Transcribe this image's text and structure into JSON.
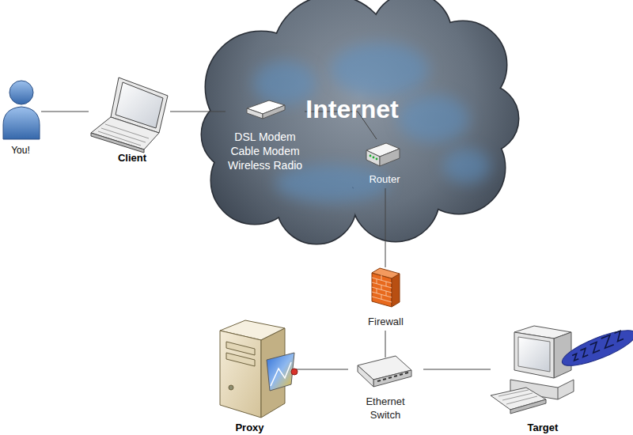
{
  "diagram": {
    "nodes": [
      {
        "text": [
          "You!"
        ]
      },
      {
        "text": [
          "Client"
        ]
      },
      {
        "text": [
          "Internet"
        ]
      },
      {
        "text": [
          "DSL Modem Cable Modem Wireless Radio"
        ],
        "in": 2
      },
      {
        "text": [
          "Router"
        ],
        "in": 2
      },
      {
        "text": [
          "Firewall"
        ]
      },
      {
        "text": [
          "Ethernet Switch"
        ]
      },
      {
        "text": [
          "Proxy"
        ]
      },
      {
        "text": [
          "Target"
        ]
      }
    ],
    "edges": [
      {
        "from": 0,
        "to": 1,
        "arrow": "none"
      },
      {
        "from": 1,
        "to": 3,
        "arrow": "none"
      },
      {
        "from": 3,
        "to": 4,
        "arrow": "none"
      },
      {
        "from": 4,
        "to": 5,
        "arrow": "none"
      },
      {
        "from": 5,
        "to": 6,
        "arrow": "none"
      },
      {
        "from": 6,
        "to": 7,
        "arrow": "none"
      },
      {
        "from": 6,
        "to": 8,
        "arrow": "none"
      }
    ]
  }
}
